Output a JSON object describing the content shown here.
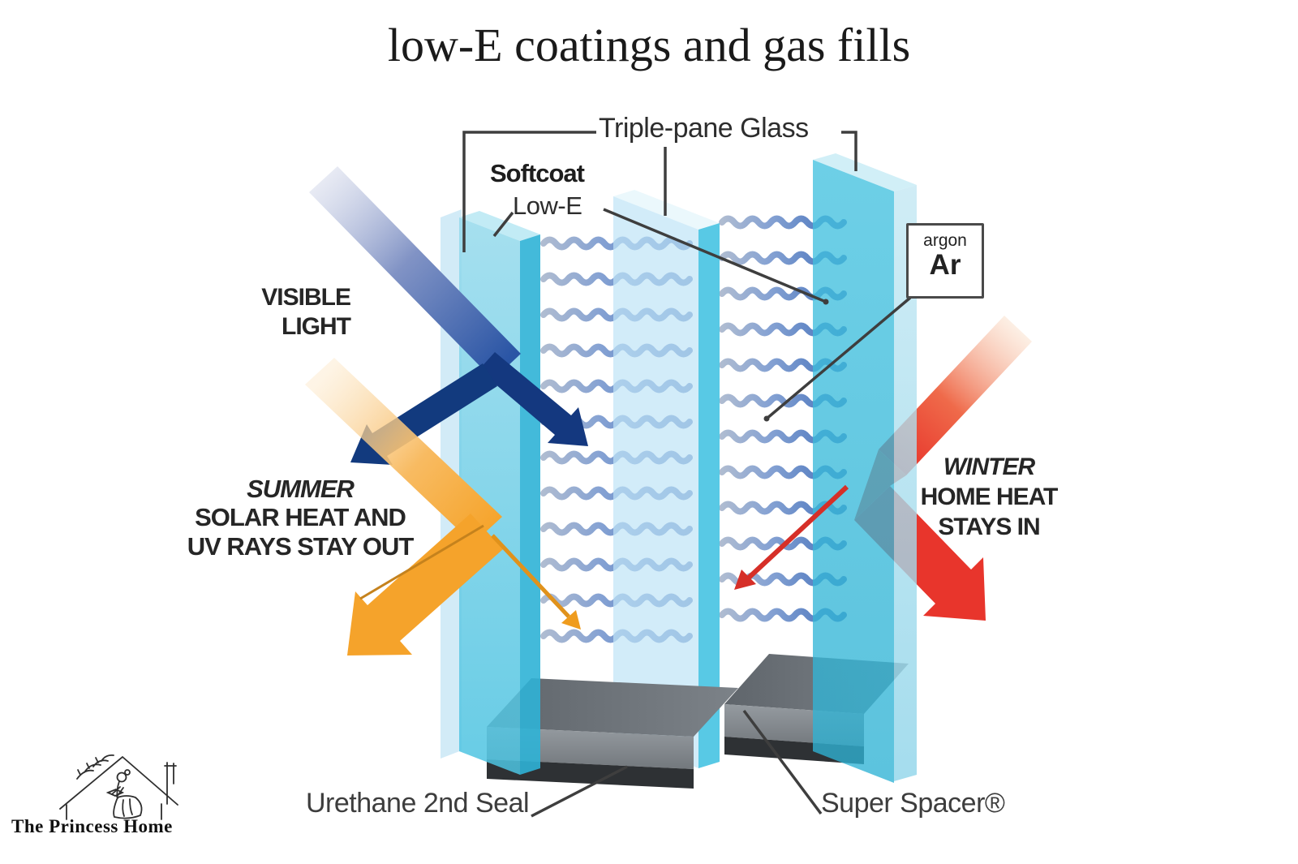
{
  "title": "low-E coatings and gas fills",
  "diagram": {
    "labels": {
      "triple_pane": "Triple-pane Glass",
      "softcoat": "Softcoat",
      "low_e": "Low-E",
      "argon_name": "argon",
      "argon_symbol": "Ar",
      "visible_light": {
        "lines": [
          "VISIBLE",
          "LIGHT"
        ]
      },
      "summer": {
        "lines": [
          "SUMMER",
          "SOLAR HEAT AND",
          "UV RAYS STAY OUT"
        ]
      },
      "winter": {
        "lines": [
          "WINTER",
          "HOME HEAT",
          "STAYS IN"
        ]
      },
      "urethane": "Urethane 2nd Seal",
      "super_spacer": "Super Spacer®"
    },
    "colors": {
      "glass_cyan": "#3fc0df",
      "glass_pale": "#c9e8f7",
      "visible_light_blue": "#14387f",
      "summer_orange": "#f5a32b",
      "winter_red": "#e8352c",
      "gas_wave_blue": "#5e86c6",
      "spacer_gray": "#898e93",
      "seal_dark": "#2e3134",
      "label_line": "#3e3e3e"
    }
  },
  "logo": {
    "text": "The Princess Home"
  }
}
